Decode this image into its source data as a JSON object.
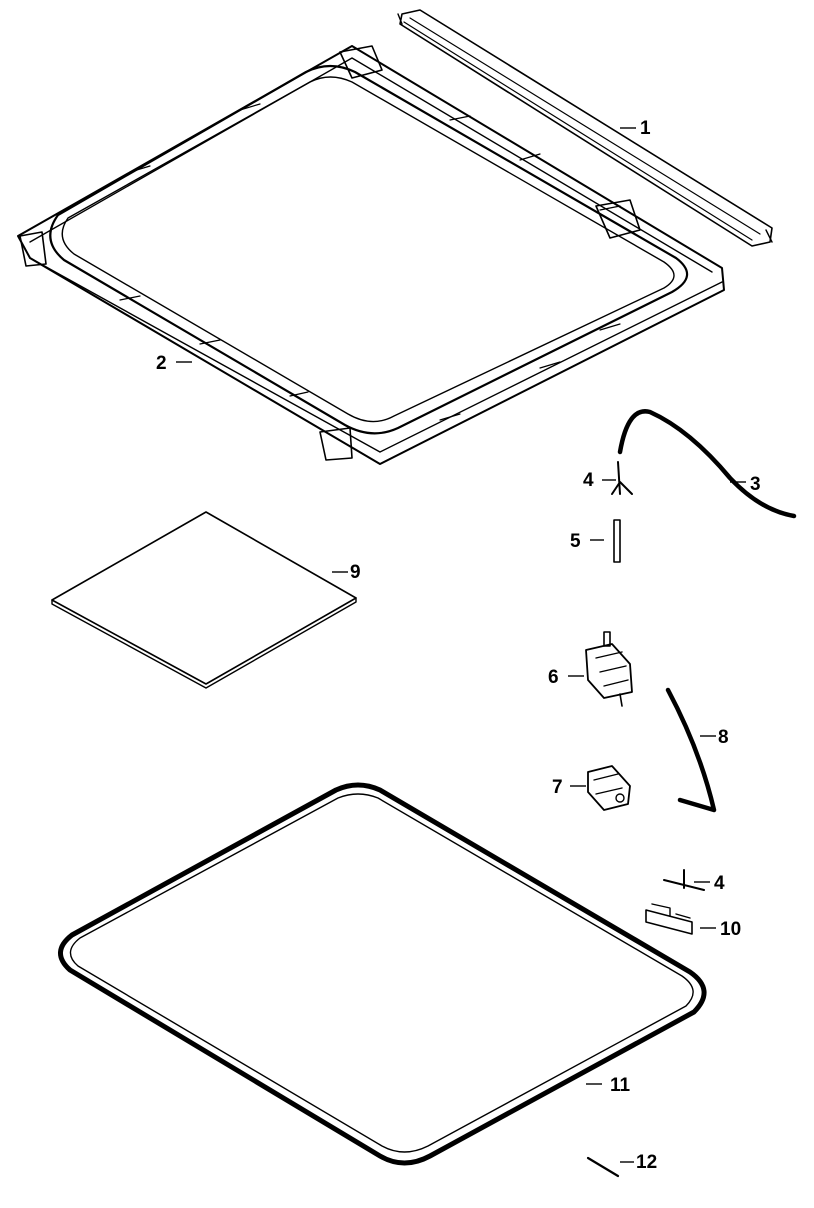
{
  "callouts": {
    "c1": "1",
    "c2": "2",
    "c3": "3",
    "c4a": "4",
    "c4b": "4",
    "c5": "5",
    "c6": "6",
    "c7": "7",
    "c8": "8",
    "c9": "9",
    "c10": "10",
    "c11": "11",
    "c12": "12"
  },
  "colors": {
    "line": "#000000",
    "background": "#ffffff"
  }
}
